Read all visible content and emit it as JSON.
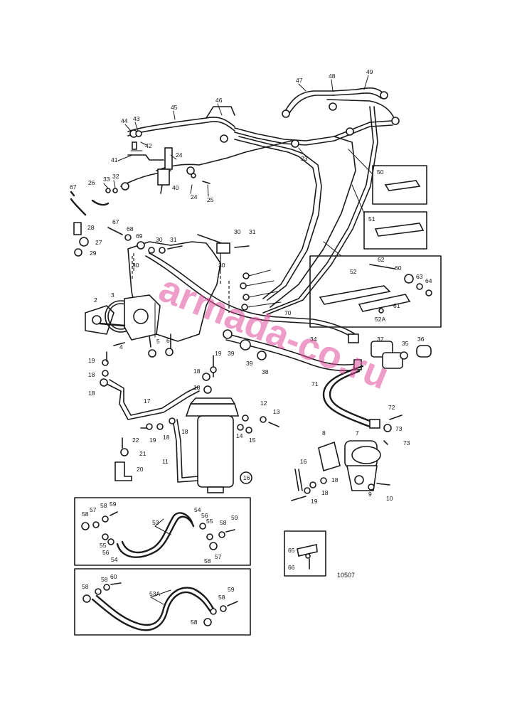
{
  "diagram_code": "10507",
  "watermark": "armada-co.ru",
  "labels": [
    {
      "id": "l47",
      "text": "47"
    },
    {
      "id": "l48",
      "text": "48"
    },
    {
      "id": "l49",
      "text": "49"
    },
    {
      "id": "l46",
      "text": "46"
    },
    {
      "id": "l45",
      "text": "45"
    },
    {
      "id": "l44",
      "text": "44"
    },
    {
      "id": "l43",
      "text": "43"
    },
    {
      "id": "l42",
      "text": "42"
    },
    {
      "id": "l41",
      "text": "41"
    },
    {
      "id": "l24a",
      "text": "24"
    },
    {
      "id": "l24b",
      "text": "24"
    },
    {
      "id": "l23",
      "text": "23"
    },
    {
      "id": "l40",
      "text": "40"
    },
    {
      "id": "l25",
      "text": "25"
    },
    {
      "id": "l33",
      "text": "33"
    },
    {
      "id": "l32",
      "text": "32"
    },
    {
      "id": "l26",
      "text": "26"
    },
    {
      "id": "l67a",
      "text": "67"
    },
    {
      "id": "l50",
      "text": "50"
    },
    {
      "id": "l51",
      "text": "51"
    },
    {
      "id": "l28",
      "text": "28"
    },
    {
      "id": "l27",
      "text": "27"
    },
    {
      "id": "l29",
      "text": "29"
    },
    {
      "id": "l67b",
      "text": "67"
    },
    {
      "id": "l68",
      "text": "68"
    },
    {
      "id": "l69",
      "text": "69"
    },
    {
      "id": "l30a",
      "text": "30"
    },
    {
      "id": "l31a",
      "text": "31"
    },
    {
      "id": "l30b",
      "text": "30"
    },
    {
      "id": "l31b",
      "text": "31"
    },
    {
      "id": "l30c",
      "text": "30"
    },
    {
      "id": "l30d",
      "text": "30"
    },
    {
      "id": "l62",
      "text": "62"
    },
    {
      "id": "l60",
      "text": "60"
    },
    {
      "id": "l52",
      "text": "52"
    },
    {
      "id": "l63",
      "text": "63"
    },
    {
      "id": "l64",
      "text": "64"
    },
    {
      "id": "l61",
      "text": "61"
    },
    {
      "id": "l52A",
      "text": "52A"
    },
    {
      "id": "l2",
      "text": "2"
    },
    {
      "id": "l3",
      "text": "3"
    },
    {
      "id": "l70",
      "text": "70"
    },
    {
      "id": "l5",
      "text": "5"
    },
    {
      "id": "l6",
      "text": "6"
    },
    {
      "id": "l4",
      "text": "4"
    },
    {
      "id": "l39a",
      "text": "39"
    },
    {
      "id": "l39b",
      "text": "39"
    },
    {
      "id": "l38",
      "text": "38"
    },
    {
      "id": "l34",
      "text": "34"
    },
    {
      "id": "l37",
      "text": "37"
    },
    {
      "id": "l35",
      "text": "35"
    },
    {
      "id": "l36",
      "text": "36"
    },
    {
      "id": "l19a",
      "text": "19"
    },
    {
      "id": "l18a",
      "text": "18"
    },
    {
      "id": "l18b",
      "text": "18"
    },
    {
      "id": "l19b",
      "text": "19"
    },
    {
      "id": "l18c",
      "text": "18"
    },
    {
      "id": "l18d",
      "text": "18"
    },
    {
      "id": "l71",
      "text": "71"
    },
    {
      "id": "l17",
      "text": "17"
    },
    {
      "id": "l12",
      "text": "12"
    },
    {
      "id": "l13",
      "text": "13"
    },
    {
      "id": "l72",
      "text": "72"
    },
    {
      "id": "l73a",
      "text": "73"
    },
    {
      "id": "l19c",
      "text": "19"
    },
    {
      "id": "l18e",
      "text": "18"
    },
    {
      "id": "l18f",
      "text": "18"
    },
    {
      "id": "l14",
      "text": "14"
    },
    {
      "id": "l15",
      "text": "15"
    },
    {
      "id": "l8",
      "text": "8"
    },
    {
      "id": "l7",
      "text": "7"
    },
    {
      "id": "l73b",
      "text": "73"
    },
    {
      "id": "l22",
      "text": "22"
    },
    {
      "id": "l21",
      "text": "21"
    },
    {
      "id": "l20",
      "text": "20"
    },
    {
      "id": "l16a",
      "text": "16"
    },
    {
      "id": "l11",
      "text": "11"
    },
    {
      "id": "l16b",
      "text": "16"
    },
    {
      "id": "l18g",
      "text": "18"
    },
    {
      "id": "l18h",
      "text": "18"
    },
    {
      "id": "l19d",
      "text": "19"
    },
    {
      "id": "l9",
      "text": "9"
    },
    {
      "id": "l10",
      "text": "10"
    },
    {
      "id": "l58a",
      "text": "58"
    },
    {
      "id": "l57a",
      "text": "57"
    },
    {
      "id": "l58b",
      "text": "58"
    },
    {
      "id": "l59a",
      "text": "59"
    },
    {
      "id": "l53",
      "text": "53"
    },
    {
      "id": "l54a",
      "text": "54"
    },
    {
      "id": "l56a",
      "text": "56"
    },
    {
      "id": "l55a",
      "text": "55"
    },
    {
      "id": "l58c",
      "text": "58"
    },
    {
      "id": "l59b",
      "text": "59"
    },
    {
      "id": "l55b",
      "text": "55"
    },
    {
      "id": "l56b",
      "text": "56"
    },
    {
      "id": "l54b",
      "text": "54"
    },
    {
      "id": "l58d",
      "text": "58"
    },
    {
      "id": "l57b",
      "text": "57"
    },
    {
      "id": "l65",
      "text": "65"
    },
    {
      "id": "l66",
      "text": "66"
    },
    {
      "id": "l58e",
      "text": "58"
    },
    {
      "id": "l58f",
      "text": "58"
    },
    {
      "id": "l60b",
      "text": "60"
    },
    {
      "id": "l53A",
      "text": "53A"
    },
    {
      "id": "l58g",
      "text": "58"
    },
    {
      "id": "l59c",
      "text": "59"
    },
    {
      "id": "l58h",
      "text": "58"
    }
  ]
}
